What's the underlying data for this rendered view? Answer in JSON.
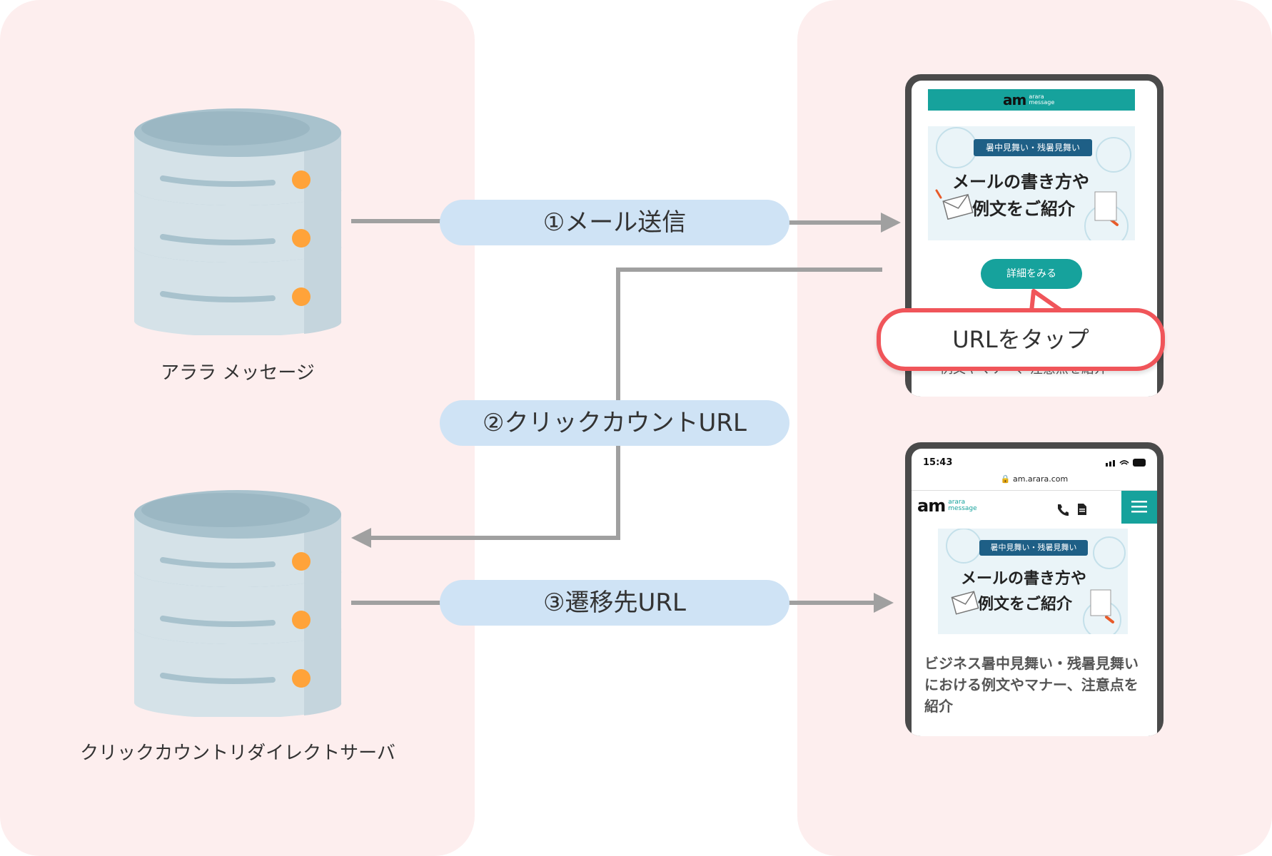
{
  "left_panel": {
    "server_top_label": "アララ メッセージ",
    "server_bottom_label": "クリックカウントリダイレクトサーバ"
  },
  "steps": {
    "step1": "①メール送信",
    "step2": "②クリックカウントURL",
    "step3": "③遷移先URL"
  },
  "phone_top": {
    "logo_main": "am",
    "logo_sub1": "arara",
    "logo_sub2": "message",
    "banner_ribbon": "暑中見舞い・残暑見舞い",
    "banner_line1": "メールの書き方や",
    "banner_line2": "例文をご紹介",
    "cta_label": "詳細をみる",
    "cut_text": "例文やマナー、注意点を紹介",
    "callout": "URLをタップ"
  },
  "phone_bottom": {
    "time": "15:43",
    "url": "am.arara.com",
    "logo_main": "am",
    "logo_sub1": "arara",
    "logo_sub2": "message",
    "banner_ribbon": "暑中見舞い・残暑見舞い",
    "banner_line1": "メールの書き方や",
    "banner_line2": "例文をご紹介",
    "article_title": "ビジネス暑中見舞い・残暑見舞いにおける例文やマナー、注意点を紹介"
  },
  "colors": {
    "panel": "#fdeeee",
    "pill": "#cfe3f5",
    "arrow": "#a0a0a0",
    "accent_teal": "#16a29c",
    "callout_border": "#f0555a",
    "server_body": "#d5e2e8",
    "server_top": "#a8c2cd",
    "server_light": "#ffa33a"
  }
}
